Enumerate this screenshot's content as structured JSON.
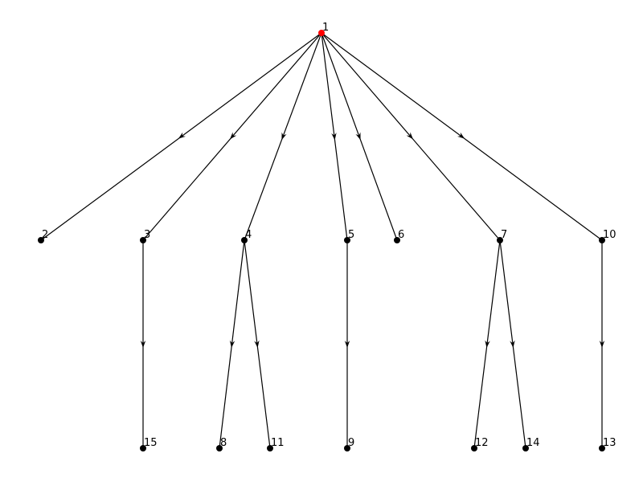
{
  "graph": {
    "root": "1",
    "colors": {
      "root_node": "#ff0000",
      "node": "#000000",
      "edge": "#000000"
    },
    "nodes": [
      "1",
      "2",
      "3",
      "4",
      "5",
      "6",
      "7",
      "10",
      "15",
      "8",
      "11",
      "9",
      "12",
      "14",
      "13"
    ],
    "edges": [
      {
        "from": "1",
        "to": "2"
      },
      {
        "from": "1",
        "to": "3"
      },
      {
        "from": "1",
        "to": "4"
      },
      {
        "from": "1",
        "to": "5"
      },
      {
        "from": "1",
        "to": "6"
      },
      {
        "from": "1",
        "to": "7"
      },
      {
        "from": "1",
        "to": "10"
      },
      {
        "from": "3",
        "to": "15"
      },
      {
        "from": "4",
        "to": "8"
      },
      {
        "from": "4",
        "to": "11"
      },
      {
        "from": "5",
        "to": "9"
      },
      {
        "from": "7",
        "to": "12"
      },
      {
        "from": "7",
        "to": "14"
      },
      {
        "from": "10",
        "to": "13"
      }
    ]
  }
}
